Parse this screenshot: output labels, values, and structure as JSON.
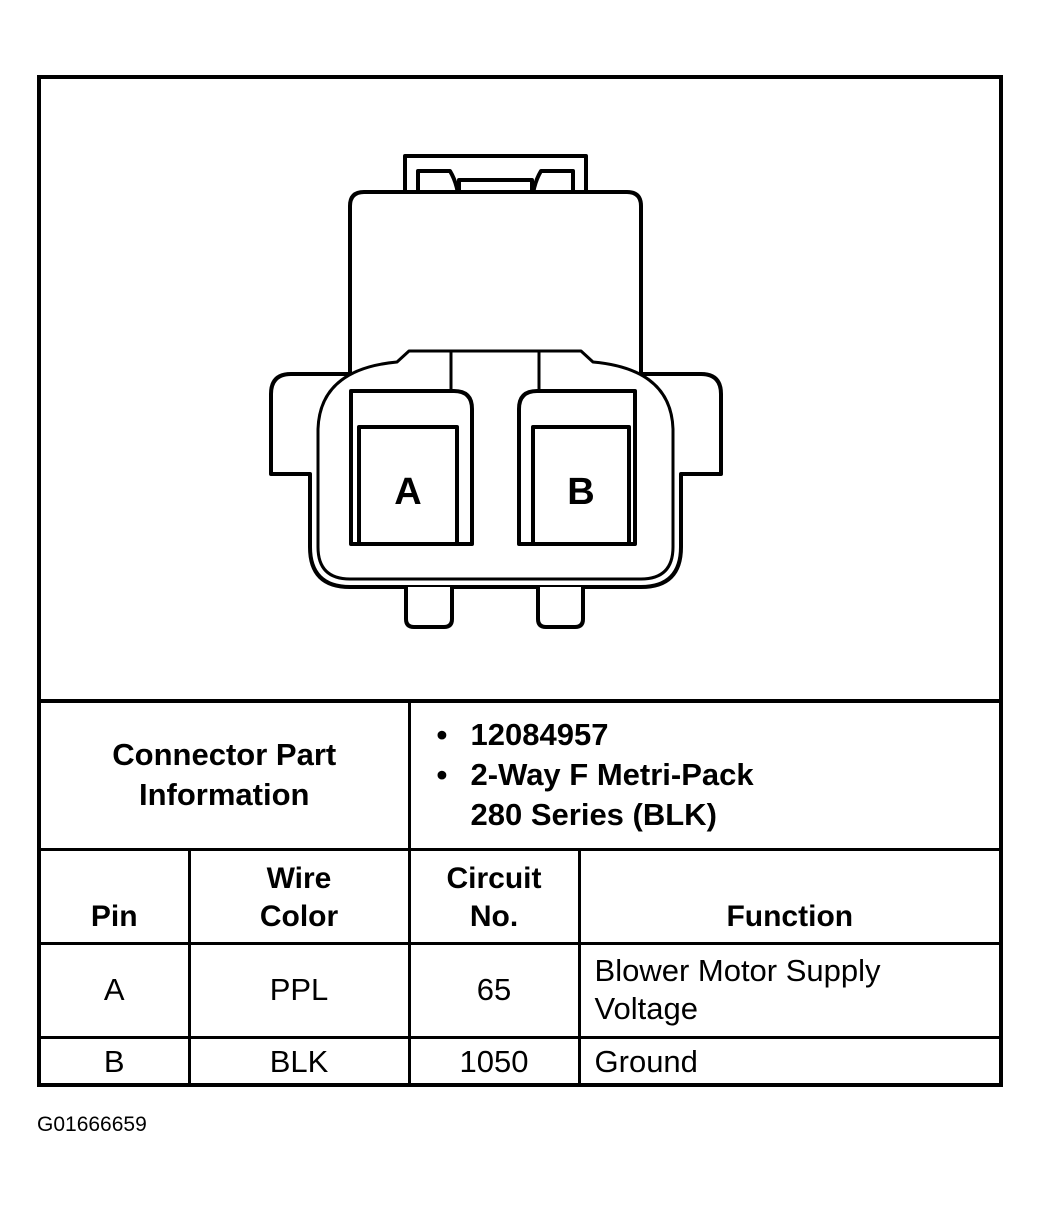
{
  "connector": {
    "pin_a_label": "A",
    "pin_b_label": "B"
  },
  "part_info": {
    "label": "Connector Part Information",
    "part_number": "12084957",
    "description_line1": "2-Way F Metri-Pack",
    "description_line2": "280 Series (BLK)"
  },
  "table": {
    "headers": {
      "pin": "Pin",
      "wire_color_line1": "Wire",
      "wire_color_line2": "Color",
      "circuit_line1": "Circuit",
      "circuit_line2": "No.",
      "function": "Function"
    },
    "rows": [
      {
        "pin": "A",
        "wire_color": "PPL",
        "circuit": "65",
        "function_line1": "Blower Motor Supply",
        "function_line2": "Voltage"
      },
      {
        "pin": "B",
        "wire_color": "BLK",
        "circuit": "1050",
        "function_line1": "Ground",
        "function_line2": ""
      }
    ]
  },
  "figure_id": "G01666659"
}
